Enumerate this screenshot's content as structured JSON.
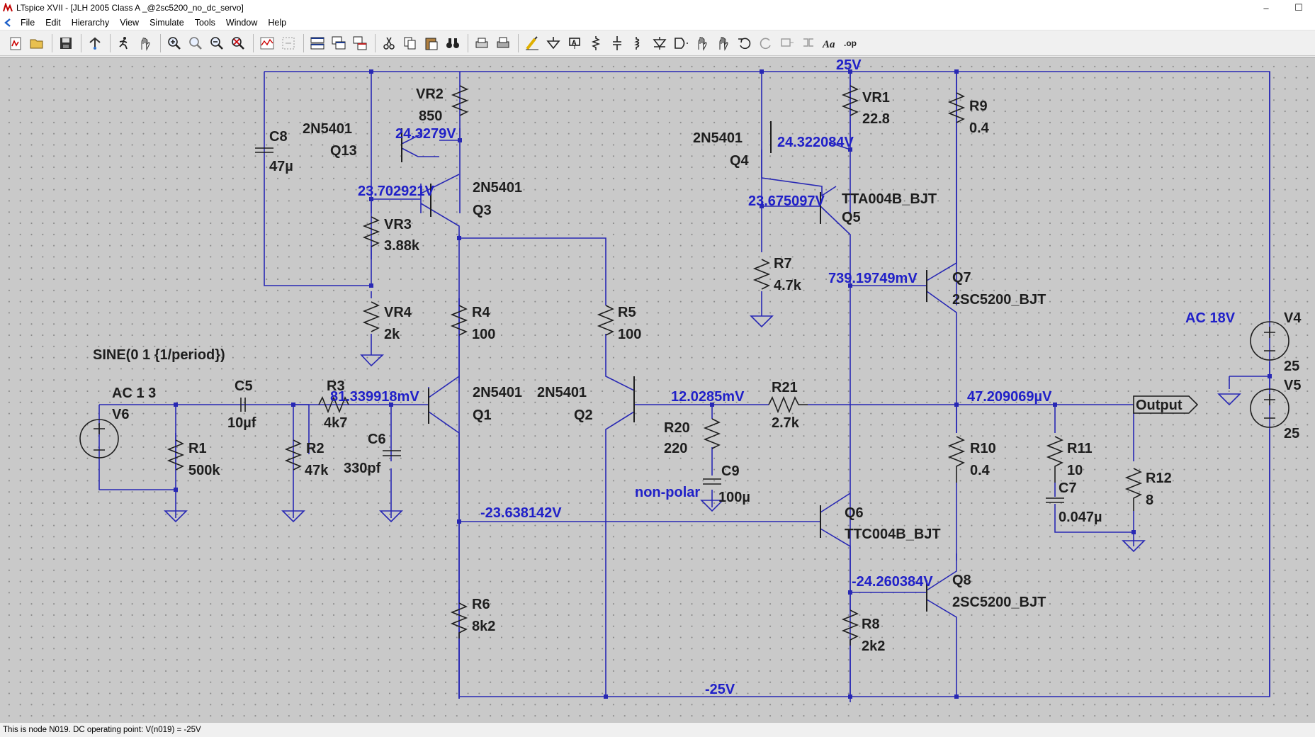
{
  "window": {
    "title": "LTspice XVII - [JLH 2005 Class A _@2sc5200_no_dc_servo]",
    "controls": [
      "–",
      "☐"
    ]
  },
  "menu": [
    "File",
    "Edit",
    "Hierarchy",
    "View",
    "Simulate",
    "Tools",
    "Window",
    "Help"
  ],
  "toolbar_icons": [
    "new-schematic-icon",
    "open-icon",
    "save-icon",
    "control-panel-icon",
    "run-icon",
    "halt-icon",
    "zoom-in-icon",
    "zoom-area-icon",
    "zoom-out-icon",
    "zoom-full-icon",
    "autorange-icon",
    "mark-unref-icon",
    "tile-horizontal-icon",
    "cascade-icon",
    "tile-vertical-icon",
    "cut-icon",
    "copy-icon",
    "paste-icon",
    "find-icon",
    "print-icon",
    "print-preview-icon",
    "draw-wire-icon",
    "ground-icon",
    "label-net-icon",
    "resistor-icon",
    "capacitor-icon",
    "inductor-icon",
    "diode-icon",
    "component-icon",
    "move-icon",
    "drag-icon",
    "undo-icon",
    "redo-icon",
    "rotate-icon",
    "mirror-icon",
    "text-icon",
    "spice-directive-icon"
  ],
  "toolbar_text": {
    "text": "Aa",
    "op": ".op"
  },
  "schematic": {
    "rails": {
      "top": "25V",
      "bottom": "-25V"
    },
    "source_directive": "SINE(0 1 {1/period})",
    "components": {
      "VR2": {
        "name": "VR2",
        "value": "850"
      },
      "VR1": {
        "name": "VR1",
        "value": "22.8"
      },
      "R9": {
        "name": "R9",
        "value": "0.4"
      },
      "C8": {
        "name": "C8",
        "value": "47µ"
      },
      "Q13": {
        "name": "Q13",
        "model": "2N5401"
      },
      "Q3": {
        "name": "Q3",
        "model": "2N5401"
      },
      "Q4": {
        "name": "Q4",
        "model": "2N5401"
      },
      "Q5": {
        "name": "Q5",
        "model": "TTA004B_BJT"
      },
      "VR3": {
        "name": "VR3",
        "value": "3.88k"
      },
      "VR4": {
        "name": "VR4",
        "value": "2k"
      },
      "R7": {
        "name": "R7",
        "value": "4.7k"
      },
      "Q7": {
        "name": "Q7",
        "model": "2SC5200_BJT"
      },
      "R4": {
        "name": "R4",
        "value": "100"
      },
      "R5": {
        "name": "R5",
        "value": "100"
      },
      "V4": {
        "name": "V4",
        "value": "25",
        "ac": "AC 18V"
      },
      "V5": {
        "name": "V5",
        "value": "25"
      },
      "V6": {
        "name": "V6",
        "ac": "AC 1 3"
      },
      "C5": {
        "name": "C5",
        "value": "10µf"
      },
      "R3": {
        "name": "R3",
        "value": "4k7"
      },
      "Q1": {
        "name": "Q1",
        "model": "2N5401"
      },
      "Q2": {
        "name": "Q2",
        "model": "2N5401"
      },
      "R21": {
        "name": "R21",
        "value": "2.7k"
      },
      "R1": {
        "name": "R1",
        "value": "500k"
      },
      "R2": {
        "name": "R2",
        "value": "47k"
      },
      "C6": {
        "name": "C6",
        "value": "330pf"
      },
      "R20": {
        "name": "R20",
        "value": "220"
      },
      "C9": {
        "name": "C9",
        "value": "100µ",
        "attr": "non-polar"
      },
      "R10": {
        "name": "R10",
        "value": "0.4"
      },
      "R11": {
        "name": "R11",
        "value": "10"
      },
      "C7": {
        "name": "C7",
        "value": "0.047µ"
      },
      "R12": {
        "name": "R12",
        "value": "8"
      },
      "Q6": {
        "name": "Q6",
        "model": "TTC004B_BJT"
      },
      "Q8": {
        "name": "Q8",
        "model": "2SC5200_BJT"
      },
      "R6": {
        "name": "R6",
        "value": "8k2"
      },
      "R8": {
        "name": "R8",
        "value": "2k2"
      }
    },
    "node_voltages": {
      "n_vr2": "24.3279V",
      "n_q13e": "23.702921V",
      "n_vr1": "24.322084V",
      "n_q5b": "23.675097V",
      "n_q7b": "739.19749mV",
      "n_q1b": "81.339918mV",
      "n_q2b": "12.0285mV",
      "n_out": "47.209069µV",
      "n_q6b": "-23.638142V",
      "n_q8b": "-24.260384V"
    },
    "output_label": "Output"
  },
  "status": "This is node N019.  DC operating point: V(n019) = -25V"
}
